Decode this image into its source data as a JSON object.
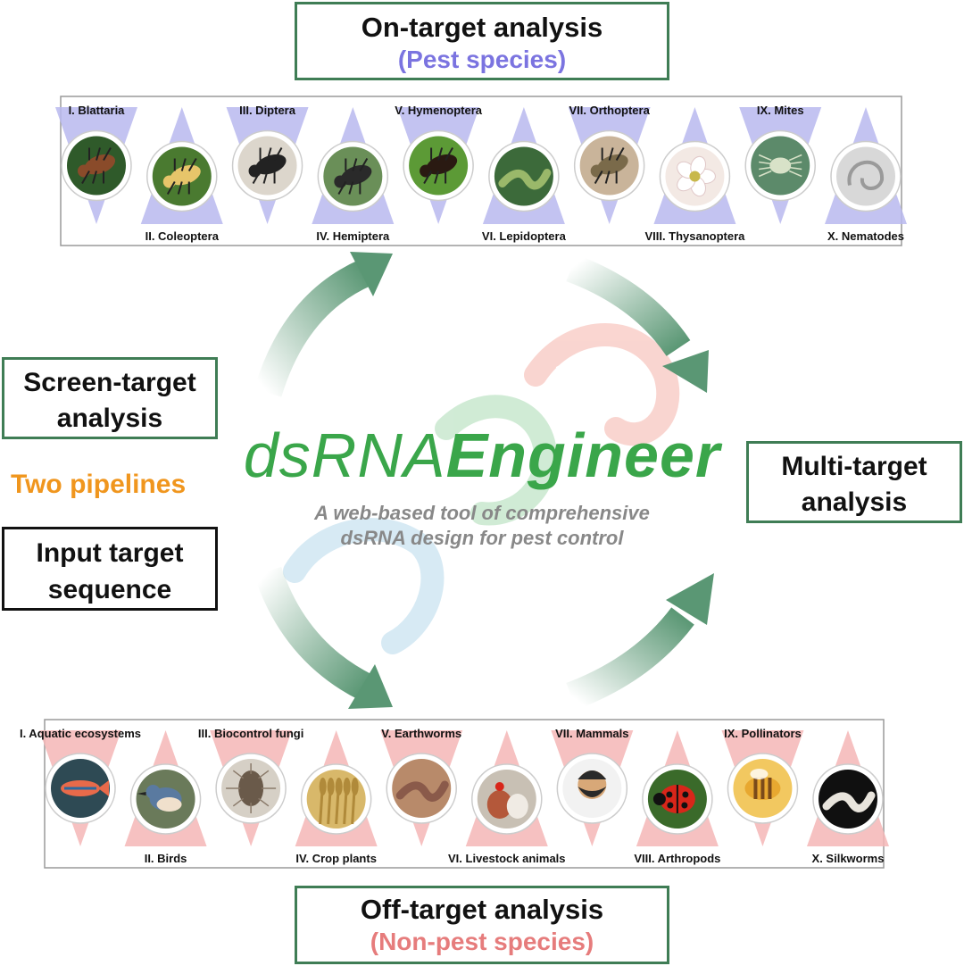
{
  "on_target": {
    "title": "On-target analysis",
    "subtitle": "(Pest species)"
  },
  "off_target": {
    "title": "Off-target analysis",
    "subtitle": "(Non-pest species)"
  },
  "screen_target": {
    "line1": "Screen-target",
    "line2": "analysis"
  },
  "input_target": {
    "line1": "Input target",
    "line2": "sequence"
  },
  "multi_target": {
    "line1": "Multi-target",
    "line2": "analysis"
  },
  "pipelines_label": "Two pipelines",
  "logo": {
    "part1": "dsRNA",
    "part2": "Engineer"
  },
  "tagline": {
    "line1": "A web-based tool of comprehensive",
    "line2": "dsRNA design for pest control"
  },
  "pest_species": [
    {
      "label": "I. Blattaria",
      "icon": "cockroach"
    },
    {
      "label": "II. Coleoptera",
      "icon": "beetle"
    },
    {
      "label": "III. Diptera",
      "icon": "fly"
    },
    {
      "label": "IV. Hemiptera",
      "icon": "aphid"
    },
    {
      "label": "V. Hymenoptera",
      "icon": "ant"
    },
    {
      "label": "VI. Lepidoptera",
      "icon": "caterpillar"
    },
    {
      "label": "VII. Orthoptera",
      "icon": "grasshopper"
    },
    {
      "label": "VIII. Thysanoptera",
      "icon": "flower-thrips"
    },
    {
      "label": "IX. Mites",
      "icon": "mite"
    },
    {
      "label": "X. Nematodes",
      "icon": "nematode"
    }
  ],
  "nonpest_species": [
    {
      "label": "I. Aquatic ecosystems",
      "icon": "fish"
    },
    {
      "label": "II. Birds",
      "icon": "bird"
    },
    {
      "label": "III. Biocontrol fungi",
      "icon": "fungus"
    },
    {
      "label": "IV. Crop plants",
      "icon": "wheat"
    },
    {
      "label": "V. Earthworms",
      "icon": "earthworm"
    },
    {
      "label": "VI. Livestock animals",
      "icon": "chicken"
    },
    {
      "label": "VII. Mammals",
      "icon": "human"
    },
    {
      "label": "VIII. Arthropods",
      "icon": "ladybug"
    },
    {
      "label": "IX. Pollinators",
      "icon": "bee"
    },
    {
      "label": "X. Silkworms",
      "icon": "silkworm"
    }
  ],
  "colors": {
    "pest_band": "#b9b9ee",
    "nonpest_band": "#f4b6b6",
    "box_border": "#3f7d55",
    "pest_subtitle": "#7b74e0",
    "nonpest_subtitle": "#e67c7c",
    "logo_green": "#3aa64a",
    "pipelines_orange": "#f0961e",
    "arrow_green": "#5a9774"
  }
}
